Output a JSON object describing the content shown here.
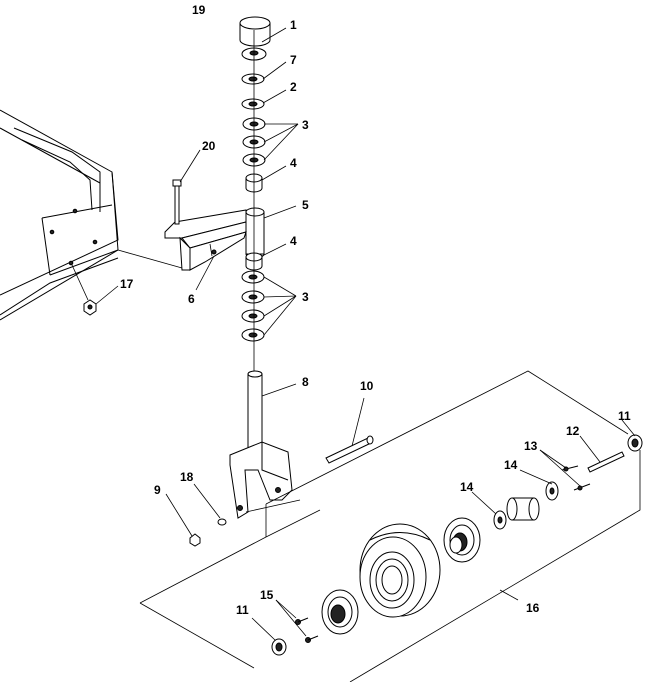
{
  "callouts": [
    {
      "id": "19",
      "label": "19"
    },
    {
      "id": "1",
      "label": "1"
    },
    {
      "id": "7",
      "label": "7"
    },
    {
      "id": "2",
      "label": "2"
    },
    {
      "id": "3a",
      "label": "3"
    },
    {
      "id": "4a",
      "label": "4"
    },
    {
      "id": "20",
      "label": "20"
    },
    {
      "id": "5",
      "label": "5"
    },
    {
      "id": "4b",
      "label": "4"
    },
    {
      "id": "6",
      "label": "6"
    },
    {
      "id": "17",
      "label": "17"
    },
    {
      "id": "3b",
      "label": "3"
    },
    {
      "id": "8",
      "label": "8"
    },
    {
      "id": "10",
      "label": "10"
    },
    {
      "id": "11a",
      "label": "11"
    },
    {
      "id": "12",
      "label": "12"
    },
    {
      "id": "13",
      "label": "13"
    },
    {
      "id": "14a",
      "label": "14"
    },
    {
      "id": "14b",
      "label": "14"
    },
    {
      "id": "9",
      "label": "9"
    },
    {
      "id": "18",
      "label": "18"
    },
    {
      "id": "15",
      "label": "15"
    },
    {
      "id": "11b",
      "label": "11"
    },
    {
      "id": "16",
      "label": "16"
    }
  ]
}
